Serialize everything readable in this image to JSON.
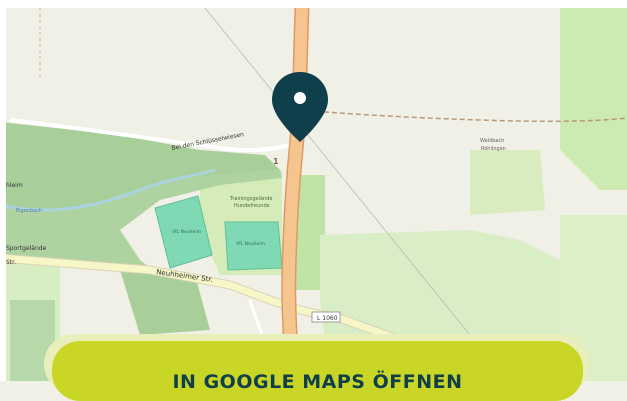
{
  "map": {
    "labels": {
      "road_schluessel": "Bei den Schlüsselwiesen",
      "road_neuhheimer": "Neuhheimer Str.",
      "road_badge": "L 1060",
      "training_area": "Trainingsgelände",
      "training_area_sub": "Hundefreunde",
      "field_left": "VfL Neuheim",
      "field_right": "VfL Neuheim",
      "place_right": "Waldbach",
      "place_right_sub": "Röhlingen",
      "stream": "Eigenbach",
      "left_edge_1": "hleim",
      "left_edge_2": "Sportgelände",
      "left_edge_3": "Str.",
      "road_marker": "1"
    },
    "colors": {
      "land": "#f1f0e6",
      "forest": "#a8cf9a",
      "meadow": "#cdebb0",
      "pitch": "#7fd9b4",
      "main_road": "#f6c48f",
      "secondary_road": "#f6f6c6",
      "water": "#aad3df",
      "pin": "#0f3f4a"
    },
    "pin_icon": "map-pin-icon"
  },
  "cta": {
    "label": "IN GOOGLE MAPS ÖFFNEN",
    "button_color": "#c9d626",
    "text_color": "#0f3f4a"
  }
}
